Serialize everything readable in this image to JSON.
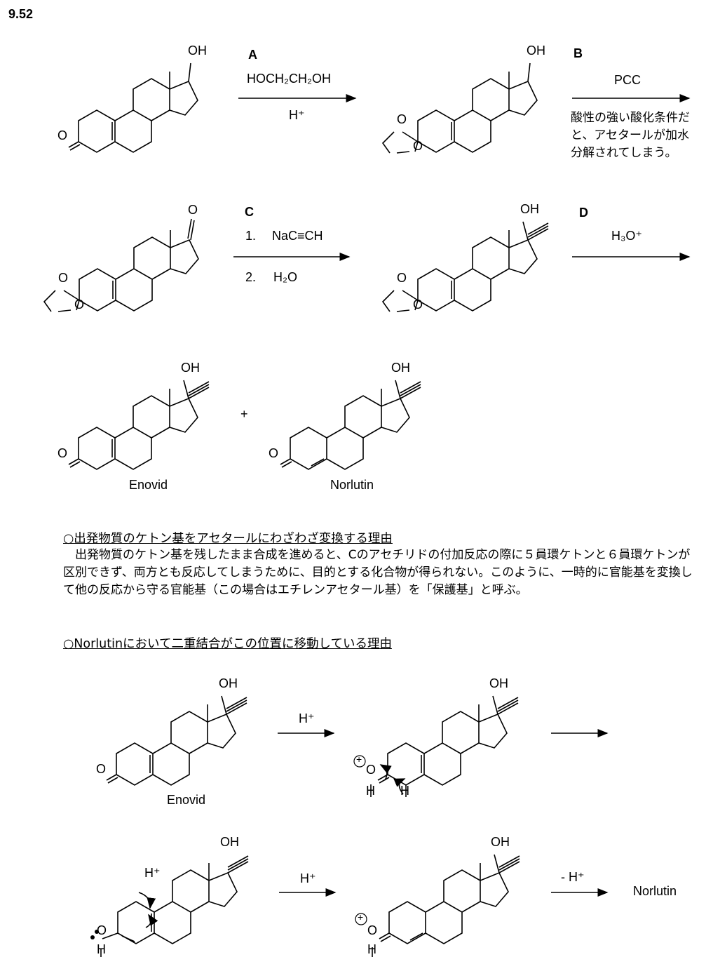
{
  "problem_number": "9.52",
  "steps": {
    "A": {
      "letter": "A",
      "reagent": "HOCH₂CH₂OH",
      "condition": "H⁺"
    },
    "B": {
      "letter": "B",
      "reagent": "PCC",
      "note": "酸性の強い酸化条件だと、アセタールが加水分解されてしまう。"
    },
    "C": {
      "letter": "C",
      "reagent1_num": "1.",
      "reagent1": "NaC≡CH",
      "reagent2_num": "2.",
      "reagent2": "H₂O"
    },
    "D": {
      "letter": "D",
      "reagent": "H₃O⁺"
    }
  },
  "products": {
    "plus": "+",
    "enovid": "Enovid",
    "norlutin": "Norlutin"
  },
  "atoms": {
    "OH": "OH",
    "O": "O",
    "H": "H",
    "plus_charge": "+"
  },
  "section1": {
    "heading": "○出発物質のケトン基をアセタールにわざわざ変換する理由",
    "body": "出発物質のケトン基を残したまま合成を進めると、Cのアセチリドの付加反応の際に５員環ケトンと６員環ケトンが区別できず、両方とも反応してしまうために、目的とする化合物が得られない。このように、一時的に官能基を変換して他の反応から守る官能基（この場合はエチレンアセタール基）を「保護基」と呼ぶ。"
  },
  "section2": {
    "heading": "○Norlutinにおいて二重結合がこの位置に移動している理由",
    "enovid": "Enovid",
    "arrow1": "H⁺",
    "arrow3": "H⁺",
    "arrow4": "- H⁺",
    "h_plus_label": "H⁺",
    "final": "Norlutin"
  }
}
